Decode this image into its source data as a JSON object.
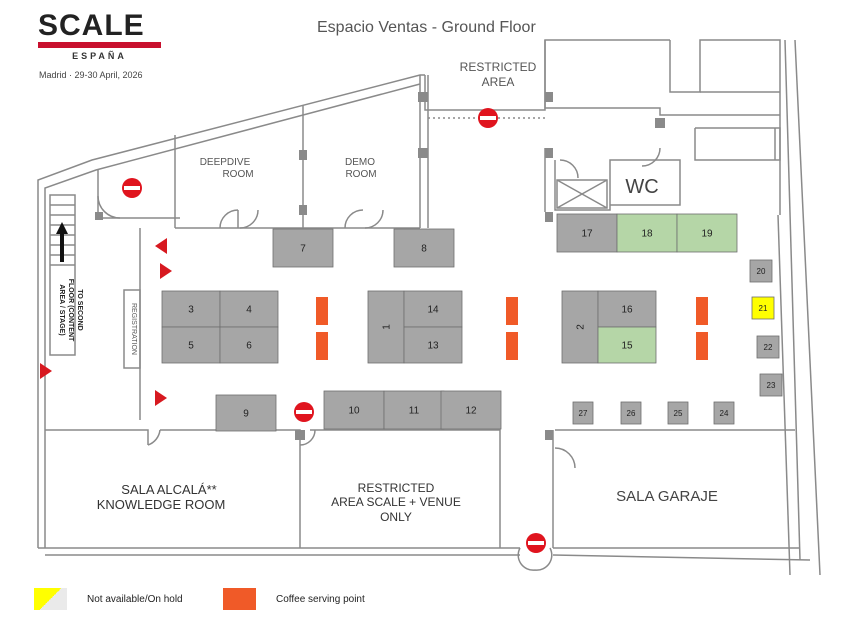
{
  "logo": {
    "main": "SCALE",
    "sub": "ESPAÑA"
  },
  "event_date": "Madrid · 29-30 April, 2026",
  "floor_title": "Espacio Ventas - Ground Floor",
  "rooms": {
    "deepdive": [
      "DEEPDIVE",
      "ROOM"
    ],
    "demo": [
      "DEMO",
      "ROOM"
    ],
    "restricted_top": [
      "RESTRICTED",
      "AREA"
    ],
    "wc": "WC",
    "registration": "REGISTRATION",
    "stairs": [
      "TO SECOND",
      "FLOOR (CONTENT",
      "AREA / STAGE)"
    ],
    "sala_alcala": [
      "SALA ALCALÁ**",
      "KNOWLEDGE ROOM"
    ],
    "restricted_bottom": [
      "RESTRICTED",
      "AREA SCALE + VENUE",
      "ONLY"
    ],
    "sala_garaje": "SALA GARAJE"
  },
  "booths": [
    {
      "label": "7",
      "status": "regular"
    },
    {
      "label": "8",
      "status": "regular"
    },
    {
      "label": "17",
      "status": "regular"
    },
    {
      "label": "18",
      "status": "available"
    },
    {
      "label": "19",
      "status": "available"
    },
    {
      "label": "20",
      "status": "regular"
    },
    {
      "label": "21",
      "status": "on_hold"
    },
    {
      "label": "22",
      "status": "regular"
    },
    {
      "label": "23",
      "status": "regular"
    },
    {
      "label": "3",
      "status": "regular"
    },
    {
      "label": "4",
      "status": "regular"
    },
    {
      "label": "5",
      "status": "regular"
    },
    {
      "label": "6",
      "status": "regular"
    },
    {
      "label": "1",
      "status": "regular"
    },
    {
      "label": "14",
      "status": "regular"
    },
    {
      "label": "13",
      "status": "regular"
    },
    {
      "label": "2",
      "status": "regular"
    },
    {
      "label": "16",
      "status": "regular"
    },
    {
      "label": "15",
      "status": "available"
    },
    {
      "label": "9",
      "status": "regular"
    },
    {
      "label": "10",
      "status": "regular"
    },
    {
      "label": "11",
      "status": "regular"
    },
    {
      "label": "12",
      "status": "regular"
    },
    {
      "label": "27",
      "status": "regular"
    },
    {
      "label": "26",
      "status": "regular"
    },
    {
      "label": "25",
      "status": "regular"
    },
    {
      "label": "24",
      "status": "regular"
    }
  ],
  "legend": {
    "on_hold": "Not available/On hold",
    "coffee": "Coffee serving point"
  },
  "colors": {
    "wall": "#8a8a8a",
    "booth_regular": "#a6a6a6",
    "booth_available": "#b5d6a7",
    "booth_on_hold": "#ffff00",
    "coffee": "#f05a28",
    "no_entry": "#e0141e",
    "arrow": "#d71920",
    "brand": "#c8102e"
  }
}
